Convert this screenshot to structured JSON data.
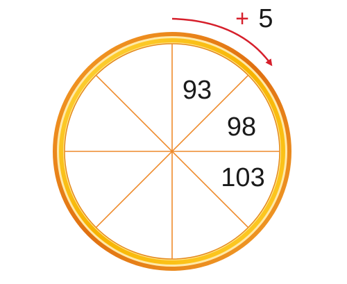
{
  "step": {
    "sign": "+",
    "amount": "5"
  },
  "sectors": [
    {
      "value": "93"
    },
    {
      "value": "98"
    },
    {
      "value": "103"
    },
    {
      "value": ""
    },
    {
      "value": ""
    },
    {
      "value": ""
    },
    {
      "value": ""
    },
    {
      "value": ""
    }
  ],
  "colors": {
    "rim_outer": "#e0801a",
    "rim_inner": "#f6b400",
    "spokes": "#ee8a2a",
    "arrow": "#d61f2b",
    "text": "#1a1a1a"
  }
}
